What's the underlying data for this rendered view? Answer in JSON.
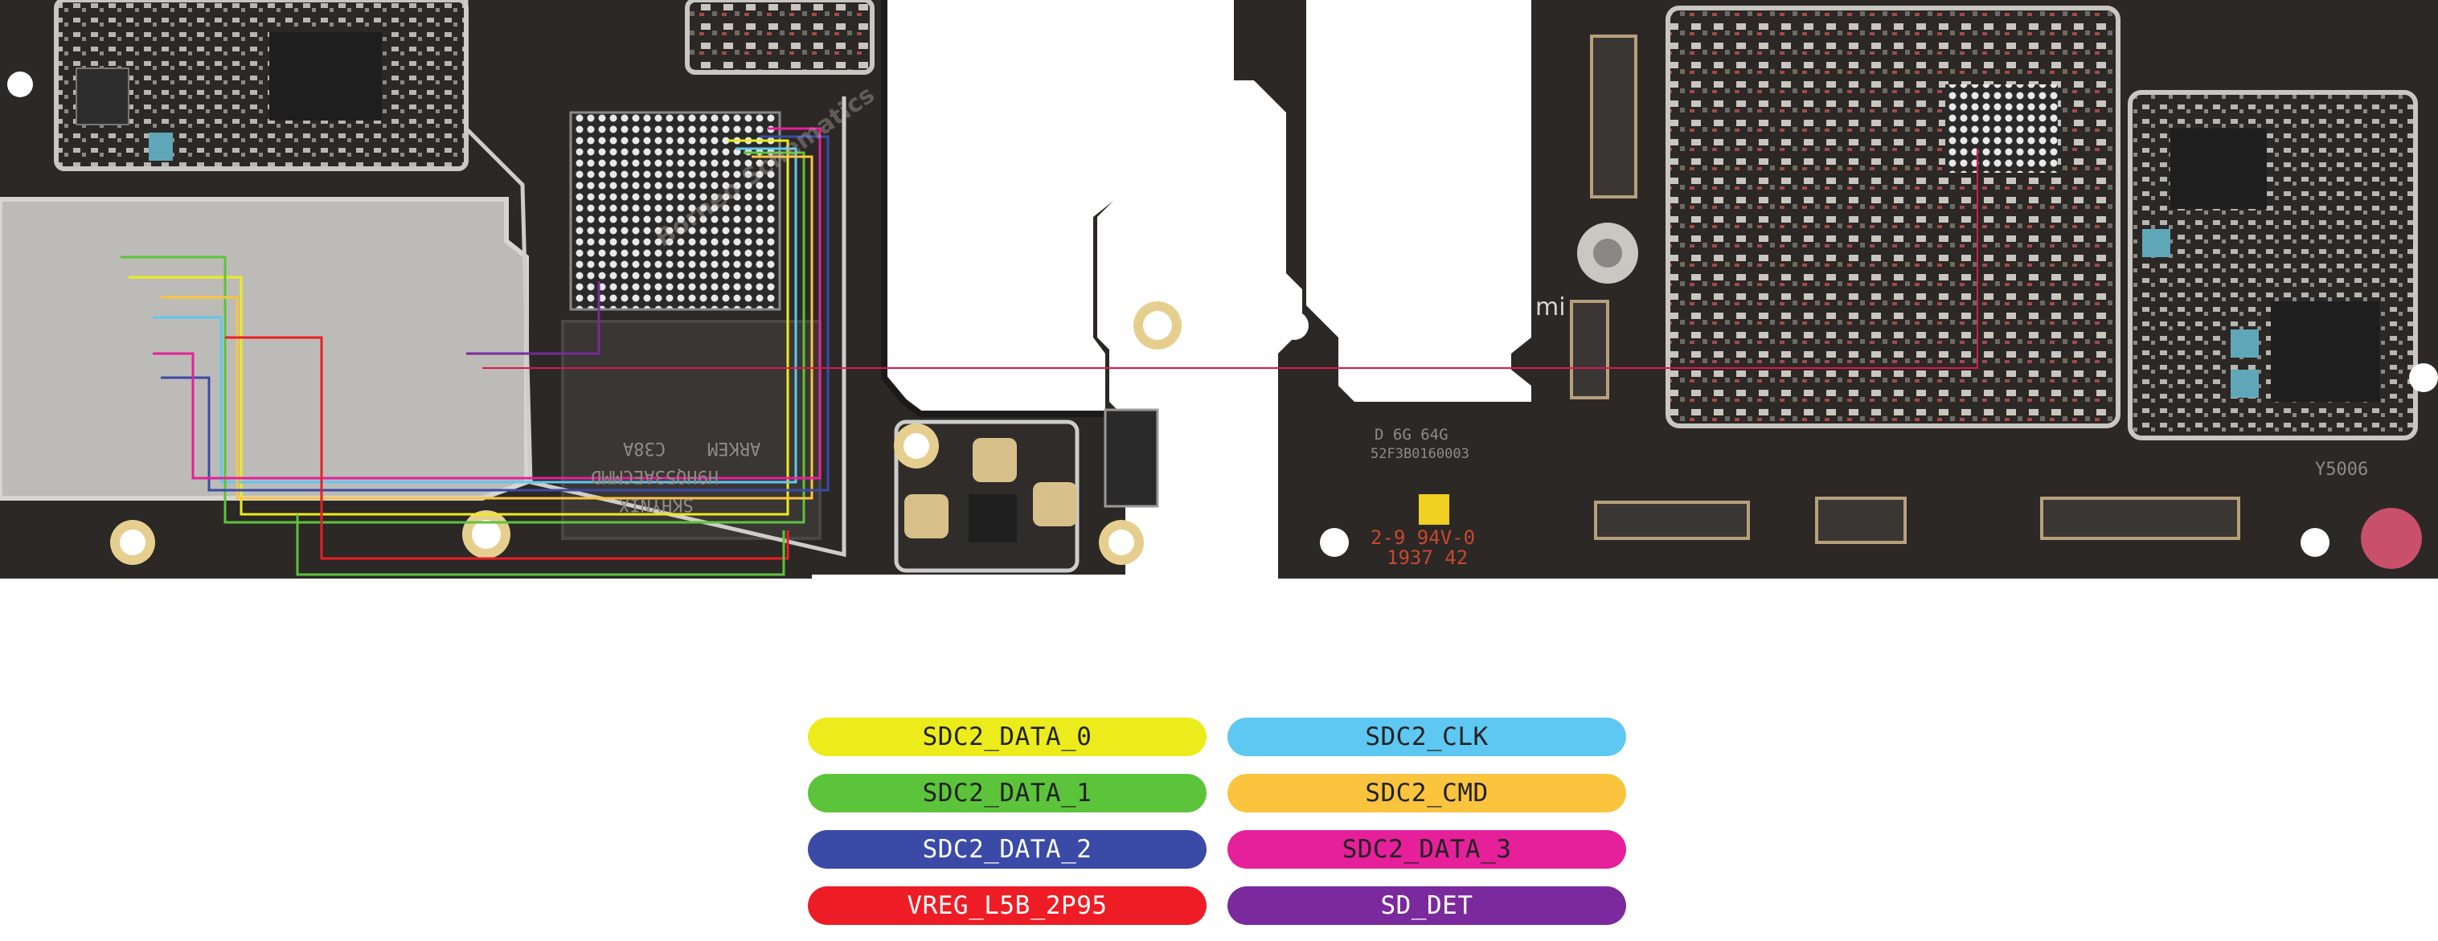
{
  "legend": [
    {
      "label": "SDC2_DATA_0",
      "color": "#ecec1c",
      "text_color": "#222222"
    },
    {
      "label": "SDC2_CLK",
      "color": "#5ec8f2",
      "text_color": "#222222"
    },
    {
      "label": "SDC2_DATA_1",
      "color": "#5cc43a",
      "text_color": "#222222"
    },
    {
      "label": "SDC2_CMD",
      "color": "#fbc43e",
      "text_color": "#222222"
    },
    {
      "label": "SDC2_DATA_2",
      "color": "#3a4aa6",
      "text_color": "#ffffff"
    },
    {
      "label": "SDC2_DATA_3",
      "color": "#e5209a",
      "text_color": "#222222"
    },
    {
      "label": "VREG_L5B_2P95",
      "color": "#ee1c24",
      "text_color": "#ffffff"
    },
    {
      "label": "SD_DET",
      "color": "#7a2a9c",
      "text_color": "#ffffff"
    }
  ],
  "board_markings": {
    "left_chip_text_1": "SKHYNIX",
    "left_chip_text_2": "H9HQ53AECMMD",
    "left_chip_text_3": "ARKEM",
    "left_chip_text_4": "C38A",
    "right_silk_1": "D 6G 64G",
    "right_silk_2": "52F3B0160003",
    "right_silk_3": "2-9 94V-0",
    "right_silk_4": "1937 42",
    "right_silk_5": "Y5006",
    "mi_logo": "mi",
    "watermark": "Borneo Schematics"
  },
  "colors": {
    "pcb": "#2b2826",
    "pcb_edge": "#1c1a19",
    "shield": "#b9b7b3",
    "copper": "#d8c08a",
    "marker_line": "#d9194a"
  }
}
